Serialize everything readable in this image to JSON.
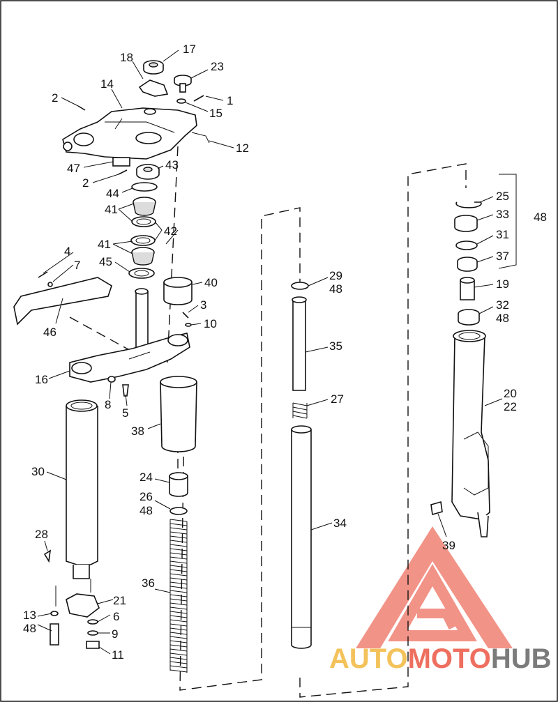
{
  "diagram": {
    "labels": {
      "n1": "1",
      "n2a": "2",
      "n2b": "2",
      "n3": "3",
      "n4": "4",
      "n5": "5",
      "n6": "6",
      "n7": "7",
      "n8": "8",
      "n9": "9",
      "n10": "10",
      "n11": "11",
      "n12": "12",
      "n13": "13",
      "n14": "14",
      "n15": "15",
      "n16": "16",
      "n17": "17",
      "n18": "18",
      "n19": "19",
      "n20": "20",
      "n21": "21",
      "n22": "22",
      "n23": "23",
      "n24": "24",
      "n25": "25",
      "n26": "26",
      "n27": "27",
      "n28": "28",
      "n29": "29",
      "n30": "30",
      "n31": "31",
      "n32": "32",
      "n33": "33",
      "n34": "34",
      "n35": "35",
      "n36": "36",
      "n37": "37",
      "n38": "38",
      "n39": "39",
      "n40": "40",
      "n41a": "41",
      "n41b": "41",
      "n42": "42",
      "n43": "43",
      "n44": "44",
      "n45": "45",
      "n46": "46",
      "n47": "47",
      "n48a": "48",
      "n48b": "48",
      "n48c": "48",
      "n48d": "48",
      "n48e": "48"
    }
  },
  "watermark": {
    "part1": "AUTO",
    "part2": "MOTO",
    "part3": "HUB",
    "colors": {
      "auto": "#f3c25a",
      "moto": "#ee6f5f",
      "hub": "#7b7b7b",
      "logo": "#ee6f5f"
    }
  }
}
